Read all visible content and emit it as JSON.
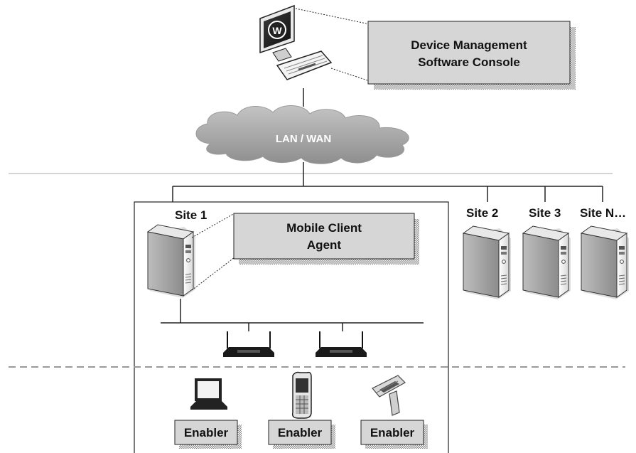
{
  "console": {
    "label_line1": "Device Management",
    "label_line2": "Software Console",
    "logo_text": "W"
  },
  "network": {
    "cloud_label": "LAN / WAN"
  },
  "sites": {
    "site1_label": "Site 1",
    "site2_label": "Site 2",
    "site3_label": "Site 3",
    "siteN_label": "Site N…"
  },
  "agent": {
    "label_line1": "Mobile Client",
    "label_line2": "Agent"
  },
  "enablers": [
    {
      "label": "Enabler",
      "device": "laptop-icon"
    },
    {
      "label": "Enabler",
      "device": "handheld-terminal-icon"
    },
    {
      "label": "Enabler",
      "device": "barcode-scanner-icon"
    }
  ],
  "icons": {
    "workstation": "workstation-icon",
    "server": "server-tower-icon",
    "access_point": "wireless-access-point-icon",
    "cloud": "network-cloud-icon"
  },
  "colors": {
    "box_fill": "#d6d6d6",
    "shadow": "#9a9a9a",
    "cloud": "#a8a8a8",
    "line": "#222222"
  }
}
